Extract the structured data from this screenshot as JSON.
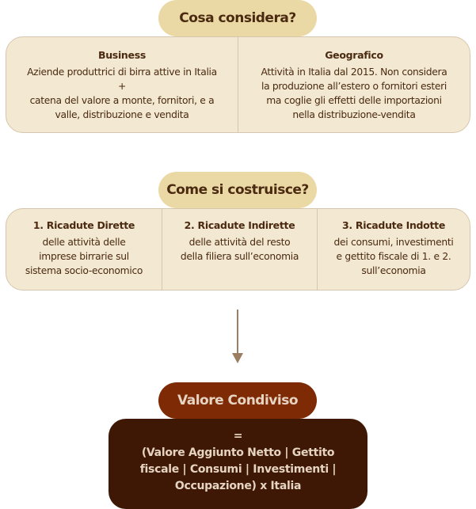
{
  "section1": {
    "title": "Cosa considera?",
    "columns": [
      {
        "heading": "Business",
        "lines": [
          "Aziende produttrici di birra attive in Italia",
          "+",
          "catena del valore a monte, fornitori, e a",
          "valle, distribuzione e vendita"
        ]
      },
      {
        "heading": "Geografico",
        "lines": [
          "Attività in Italia dal 2015. Non considera",
          "la produzione all’estero o fornitori esteri",
          "ma coglie gli effetti delle importazioni",
          "nella distribuzione-vendita"
        ]
      }
    ]
  },
  "section2": {
    "title": "Come si costruisce?",
    "columns": [
      {
        "heading": "1. Ricadute Dirette",
        "lines": [
          "delle attività delle",
          "imprese birrarie sul",
          "sistema socio-economico"
        ]
      },
      {
        "heading": "2. Ricadute Indirette",
        "lines": [
          "delle attività del resto",
          "della filiera sull’economia"
        ]
      },
      {
        "heading": "3. Ricadute Indotte",
        "lines": [
          "dei consumi, investimenti",
          "e gettito fiscale di 1. e 2.",
          "sull’economia"
        ]
      }
    ]
  },
  "result": {
    "title": "Valore Condiviso",
    "lines": [
      "=",
      "(Valore Aggiunto Netto | Gettito",
      "fiscale | Consumi | Investimenti |",
      "Occupazione) x Italia"
    ]
  }
}
